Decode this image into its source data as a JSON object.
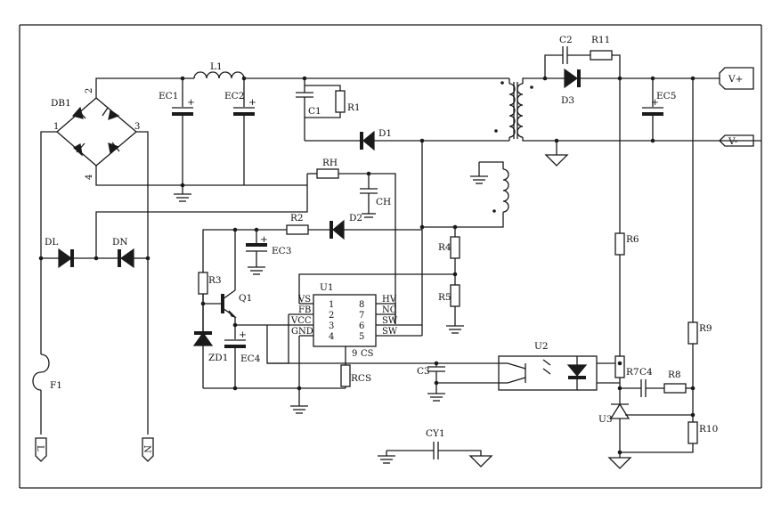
{
  "header": {
    "text": ""
  },
  "labels": {
    "DB1": "DB1",
    "L1": "L1",
    "EC1": "EC1",
    "EC2": "EC2",
    "C1": "C1",
    "R1": "R1",
    "C2": "C2",
    "R11": "R11",
    "D3": "D3",
    "EC5": "EC5",
    "D1": "D1",
    "RH": "RH",
    "CH": "CH",
    "R2": "R2",
    "D2": "D2",
    "EC3": "EC3",
    "R4": "R4",
    "R5": "R5",
    "R6": "R6",
    "R3": "R3",
    "Q1": "Q1",
    "U1": "U1",
    "ZD1": "ZD1",
    "EC4": "EC4",
    "RCS": "RCS",
    "U2": "U2",
    "C3": "C3",
    "R7": "R7",
    "C4": "C4",
    "R8": "R8",
    "R9": "R9",
    "R10": "R10",
    "U3": "U3",
    "DL": "DL",
    "DN": "DN",
    "F1": "F1",
    "CY1": "CY1"
  },
  "bridge_pins": {
    "p1": "1",
    "p2": "2",
    "p3": "3",
    "p4": "4"
  },
  "u1_pins": {
    "vs": "VS",
    "fb": "FB",
    "vcc": "VCC",
    "gnd": "GND",
    "n1": "1",
    "n2": "2",
    "n3": "3",
    "n4": "4",
    "hv": "HV",
    "nc": "NC",
    "sw1": "SW",
    "sw2": "SW",
    "n8": "8",
    "n7": "7",
    "n6": "6",
    "n5": "5",
    "n9": "9",
    "cs": "CS"
  },
  "connectors": {
    "vplus": "V+",
    "vminus": "V-",
    "line": "L",
    "neutral": "N"
  }
}
